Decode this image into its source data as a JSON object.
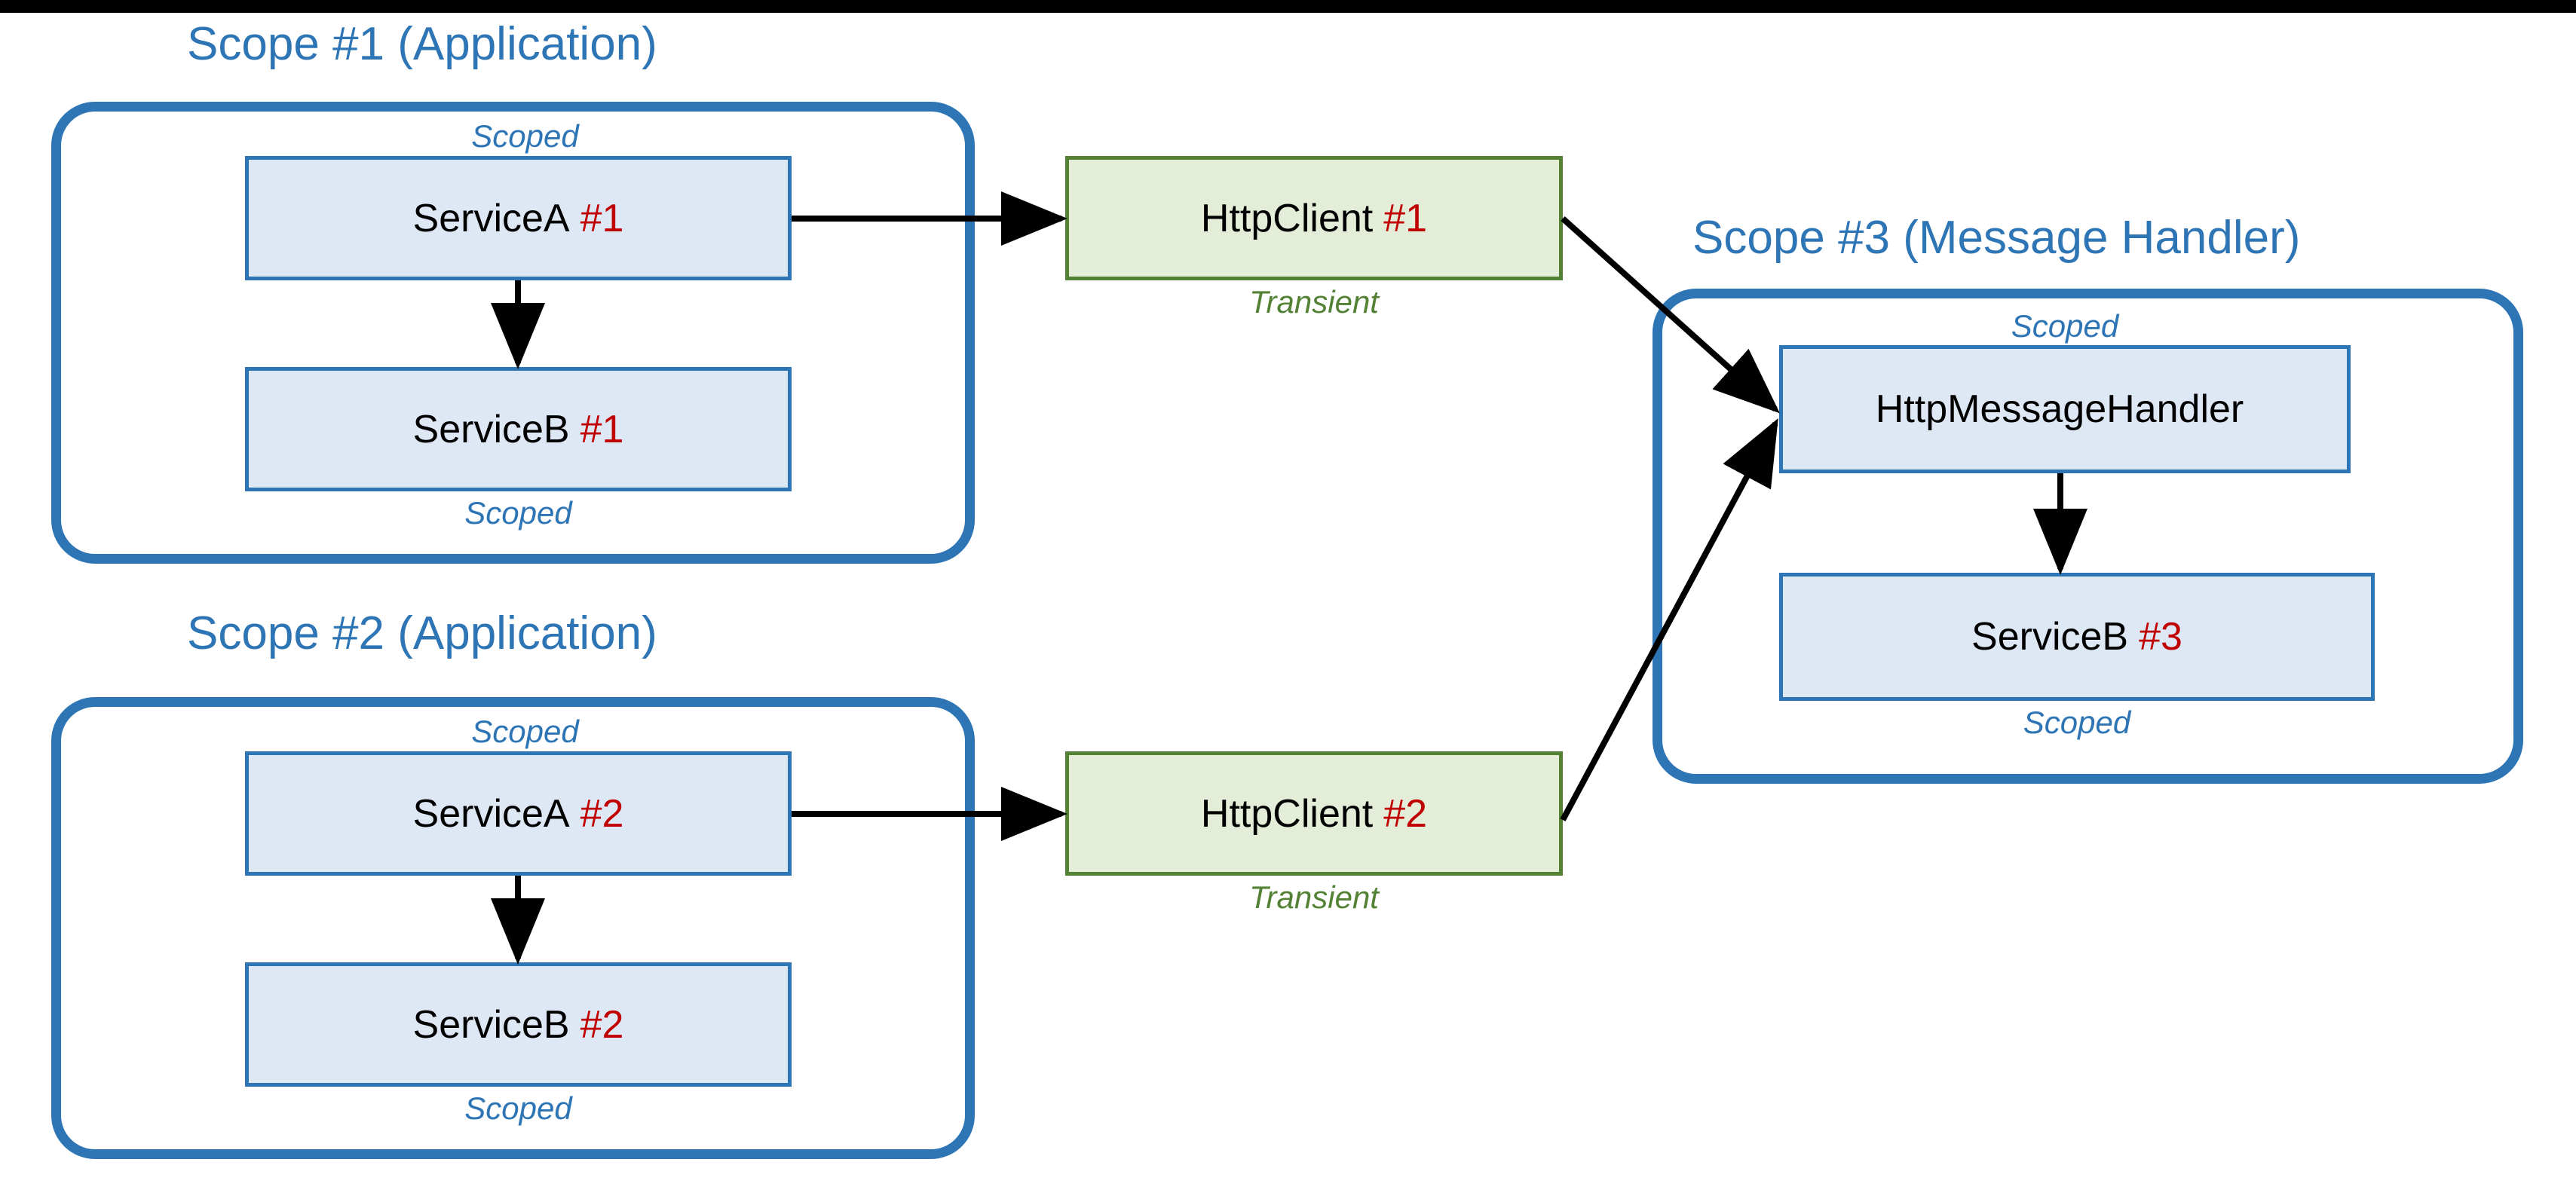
{
  "diagram": {
    "title_color": "#2E75B6",
    "accent_red": "#C00000",
    "accent_green": "#548235",
    "node_blue_fill": "#DEE7F4",
    "node_green_fill": "#E3EDD8",
    "scopes": [
      {
        "id": "scope-1",
        "title": "Scope #1 (Application)",
        "top_label": "Scoped",
        "bottom_label": "Scoped",
        "nodes": [
          {
            "label": "ServiceA",
            "index": "#1"
          },
          {
            "label": "ServiceB",
            "index": "#1"
          }
        ]
      },
      {
        "id": "scope-2",
        "title": "Scope #2 (Application)",
        "top_label": "Scoped",
        "bottom_label": "Scoped",
        "nodes": [
          {
            "label": "ServiceA",
            "index": "#2"
          },
          {
            "label": "ServiceB",
            "index": "#2"
          }
        ]
      },
      {
        "id": "scope-3",
        "title": "Scope #3 (Message Handler)",
        "top_label": "Scoped",
        "bottom_label": "Scoped",
        "nodes": [
          {
            "label": "HttpMessageHandler",
            "index": ""
          },
          {
            "label": "ServiceB",
            "index": "#3"
          }
        ]
      }
    ],
    "external_nodes": [
      {
        "id": "httpclient-1",
        "label": "HttpClient",
        "index": "#1",
        "lifetime": "Transient"
      },
      {
        "id": "httpclient-2",
        "label": "HttpClient",
        "index": "#2",
        "lifetime": "Transient"
      }
    ]
  }
}
